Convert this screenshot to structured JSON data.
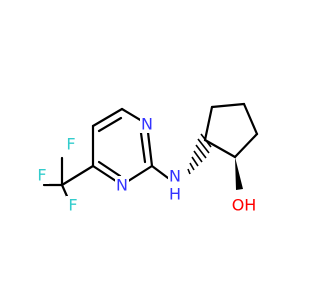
{
  "molecule": {
    "atoms": {
      "n_top": "N",
      "n_bottom": "N",
      "nh": "N",
      "h": "H",
      "oh": "OH",
      "f_top": "F",
      "f_left": "F",
      "f_bottom": "F"
    },
    "colors": {
      "bond": "#000000",
      "nitrogen": "#3333ff",
      "oxygen": "#ff0000",
      "fluorine": "#33cccc"
    },
    "stereo": {
      "amine_to_ring": "hashed-wedge",
      "hydroxyl_to_ring": "solid-wedge"
    }
  }
}
